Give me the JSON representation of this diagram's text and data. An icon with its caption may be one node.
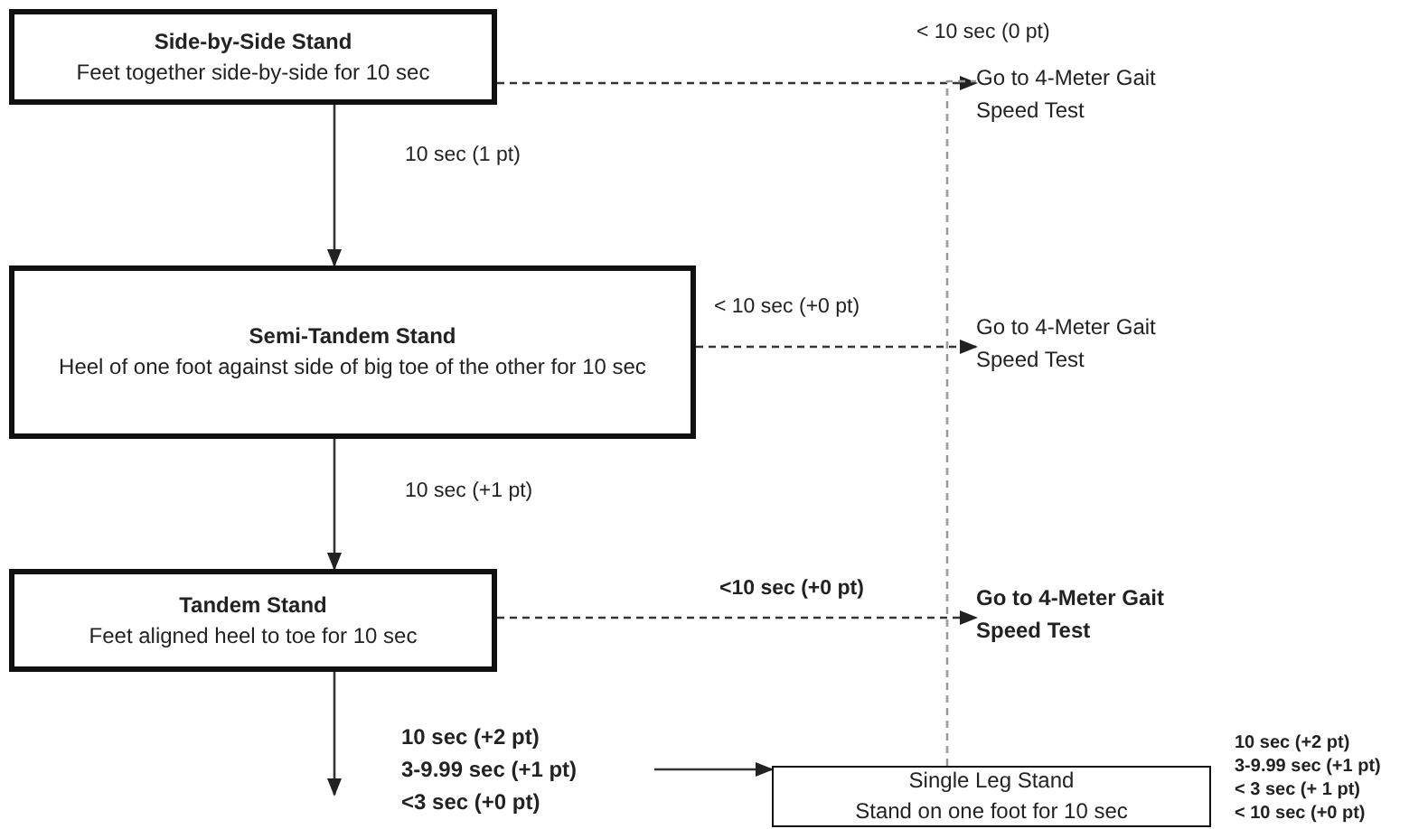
{
  "diagram": {
    "nodes": [
      {
        "text": [
          "Side-by-Side Stand",
          "Feet together side-by-side for 10 sec"
        ]
      },
      {
        "text": [
          "Semi-Tandem Stand",
          "Heel of one foot against side of big toe of the other for 10 sec"
        ]
      },
      {
        "text": [
          "Tandem Stand",
          "Feet aligned heel to toe for 10 sec"
        ]
      },
      {
        "text": [
          "Single Leg Stand",
          "Stand on one foot for 10 sec"
        ],
        "beside": [
          "10 sec (+2 pt)",
          "3-9.99 sec (+1 pt)",
          "< 3 sec (+ 1 pt)",
          "< 10 sec (+0 pt)"
        ]
      },
      {
        "text": [
          "Go to 4-Meter Gait Speed Test"
        ]
      },
      {
        "text": [
          "Go to 4-Meter Gait Speed Test"
        ]
      },
      {
        "text": [
          "Go to 4-Meter Gait Speed Test"
        ]
      },
      {
        "text": [
          "10 sec (+2 pt)",
          "3-9.99 sec (+1 pt)",
          "<3 sec (+0 pt)"
        ]
      }
    ],
    "edges": [
      {
        "from": 0,
        "to": 1,
        "arrow": "to",
        "label": "10 sec (1 pt)"
      },
      {
        "from": 1,
        "to": 2,
        "arrow": "to",
        "label": "10 sec (+1 pt)"
      },
      {
        "from": 2,
        "to": null,
        "arrow": "to"
      },
      {
        "from": 0,
        "to": 4,
        "arrow": "to",
        "label": "< 10 sec (0 pt)",
        "style": "dashed"
      },
      {
        "from": 1,
        "to": 5,
        "arrow": "to",
        "label": "< 10 sec (+0 pt)",
        "style": "dashed"
      },
      {
        "from": 2,
        "to": 6,
        "arrow": "to",
        "label": "<10 sec (+0 pt)",
        "style": "dashed"
      },
      {
        "from": 7,
        "to": 3,
        "arrow": "to"
      },
      {
        "from": 3,
        "to": 4,
        "arrow": "none",
        "style": "dashed",
        "color": "#9a9a9a"
      }
    ]
  }
}
